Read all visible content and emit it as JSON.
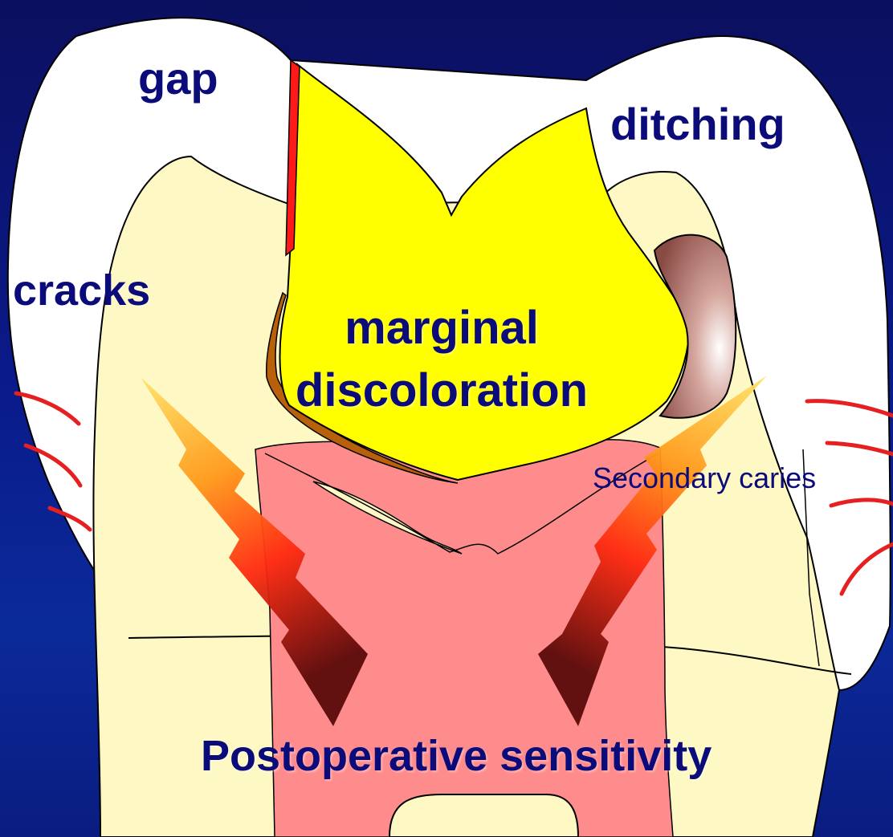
{
  "labels": {
    "gap": "gap",
    "ditching": "ditching",
    "cracks": "cracks",
    "marginal_discoloration": "marginal discoloration",
    "secondary_caries": "Secondary caries",
    "postoperative_sensitivity": "Postoperative sensitivity"
  },
  "colors": {
    "background": "#0a1a8a",
    "label_text": "#0b0b7a",
    "enamel": "#ffffff",
    "dentin": "#fdf8c4",
    "pulp": "#ff8c8c",
    "restoration": "#ffff00",
    "discoloration_margin": "#b8600a",
    "gap_line": "#ff1a1a",
    "crack_lines": "#e62020",
    "secondary_caries": "#a86a62"
  }
}
